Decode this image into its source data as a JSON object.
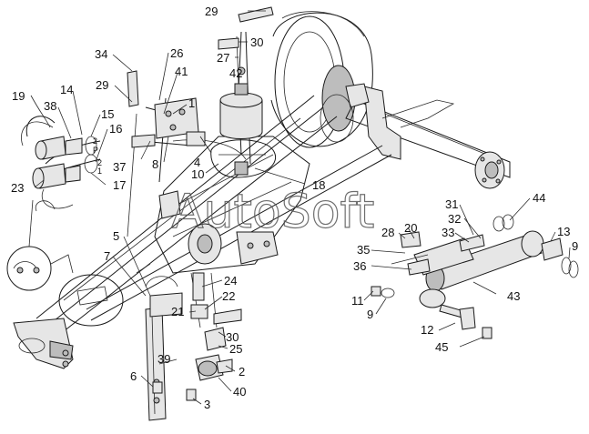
{
  "watermark": "AutoSoft",
  "callouts": [
    {
      "id": "c29a",
      "text": "29"
    },
    {
      "id": "c30a",
      "text": "30"
    },
    {
      "id": "c27",
      "text": "27"
    },
    {
      "id": "c42",
      "text": "42"
    },
    {
      "id": "c34",
      "text": "34"
    },
    {
      "id": "c26",
      "text": "26"
    },
    {
      "id": "c41",
      "text": "41"
    },
    {
      "id": "c29b",
      "text": "29"
    },
    {
      "id": "c1",
      "text": "1"
    },
    {
      "id": "c19",
      "text": "19"
    },
    {
      "id": "c14",
      "text": "14"
    },
    {
      "id": "c38",
      "text": "38"
    },
    {
      "id": "c15",
      "text": "15"
    },
    {
      "id": "c16",
      "text": "16"
    },
    {
      "id": "c4",
      "text": "4"
    },
    {
      "id": "c8",
      "text": "8"
    },
    {
      "id": "c37",
      "text": "37"
    },
    {
      "id": "c10",
      "text": "10"
    },
    {
      "id": "c23",
      "text": "23"
    },
    {
      "id": "c17",
      "text": "17"
    },
    {
      "id": "c18",
      "text": "18"
    },
    {
      "id": "c31",
      "text": "31"
    },
    {
      "id": "c32",
      "text": "32"
    },
    {
      "id": "c33",
      "text": "33"
    },
    {
      "id": "c44",
      "text": "44"
    },
    {
      "id": "c20",
      "text": "20"
    },
    {
      "id": "c28",
      "text": "28"
    },
    {
      "id": "c35",
      "text": "35"
    },
    {
      "id": "c36",
      "text": "36"
    },
    {
      "id": "c13",
      "text": "13"
    },
    {
      "id": "c9a",
      "text": "9"
    },
    {
      "id": "c5",
      "text": "5"
    },
    {
      "id": "c7",
      "text": "7"
    },
    {
      "id": "c24",
      "text": "24"
    },
    {
      "id": "c22",
      "text": "22"
    },
    {
      "id": "c21",
      "text": "21"
    },
    {
      "id": "c11",
      "text": "11"
    },
    {
      "id": "c9b",
      "text": "9"
    },
    {
      "id": "c43",
      "text": "43"
    },
    {
      "id": "c12",
      "text": "12"
    },
    {
      "id": "c30b",
      "text": "30"
    },
    {
      "id": "c25",
      "text": "25"
    },
    {
      "id": "c2",
      "text": "2"
    },
    {
      "id": "c39",
      "text": "39"
    },
    {
      "id": "c6",
      "text": "6"
    },
    {
      "id": "c40",
      "text": "40"
    },
    {
      "id": "c3",
      "text": "3"
    },
    {
      "id": "c45",
      "text": "45"
    }
  ],
  "port_marks": [
    {
      "id": "p2a",
      "text": "2"
    },
    {
      "id": "pPa",
      "text": "P"
    },
    {
      "id": "p2b",
      "text": "2"
    },
    {
      "id": "p1b",
      "text": "1"
    }
  ]
}
